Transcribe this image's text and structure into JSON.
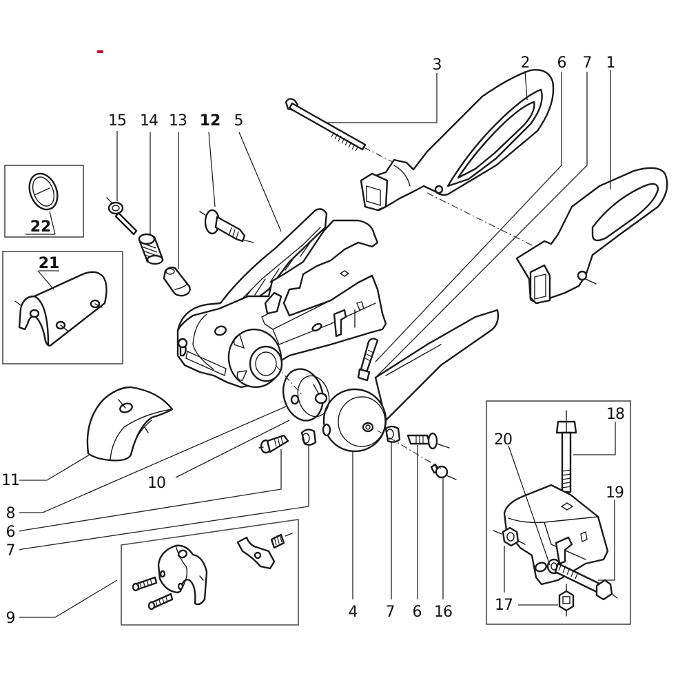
{
  "diagram": {
    "type": "exploded-parts-diagram",
    "accent_mark_color": "#c8102e",
    "callouts": {
      "c1": "1",
      "c2": "2",
      "c3": "3",
      "c4": "4",
      "c5": "5",
      "c6_top": "6",
      "c7_top": "7",
      "c6_left": "6",
      "c7_left": "7",
      "c7_bottom": "7",
      "c6_bottom": "6",
      "c8": "8",
      "c9": "9",
      "c10": "10",
      "c11": "11",
      "c12": "12",
      "c13": "13",
      "c14": "14",
      "c15": "15",
      "c16": "16",
      "c17_left": "17",
      "c17_bottom": "17",
      "c18": "18",
      "c19": "19",
      "c20": "20",
      "c21": "21",
      "c22": "22"
    },
    "parts": [
      {
        "number": "1",
        "name": "handle-loop-right"
      },
      {
        "number": "2",
        "name": "handle-ribbed"
      },
      {
        "number": "3",
        "name": "long-bolt"
      },
      {
        "number": "4",
        "name": "cutter-wheel-arm"
      },
      {
        "number": "5",
        "name": "main-body"
      },
      {
        "number": "6",
        "name": "screw"
      },
      {
        "number": "7",
        "name": "bushing"
      },
      {
        "number": "8",
        "name": "ring"
      },
      {
        "number": "9",
        "name": "jaw-insert-kit"
      },
      {
        "number": "10",
        "name": "ring-disc"
      },
      {
        "number": "11",
        "name": "jaw-shoe"
      },
      {
        "number": "12",
        "name": "pin"
      },
      {
        "number": "13",
        "name": "sleeve"
      },
      {
        "number": "14",
        "name": "spring"
      },
      {
        "number": "15",
        "name": "plunger-pin"
      },
      {
        "number": "16",
        "name": "small-screw"
      },
      {
        "number": "17",
        "name": "nut"
      },
      {
        "number": "18",
        "name": "hex-bolt-vertical"
      },
      {
        "number": "19",
        "name": "hex-bolt-horizontal"
      },
      {
        "number": "20",
        "name": "washer"
      },
      {
        "number": "21",
        "name": "half-shell-insert"
      },
      {
        "number": "22",
        "name": "o-ring"
      }
    ]
  }
}
